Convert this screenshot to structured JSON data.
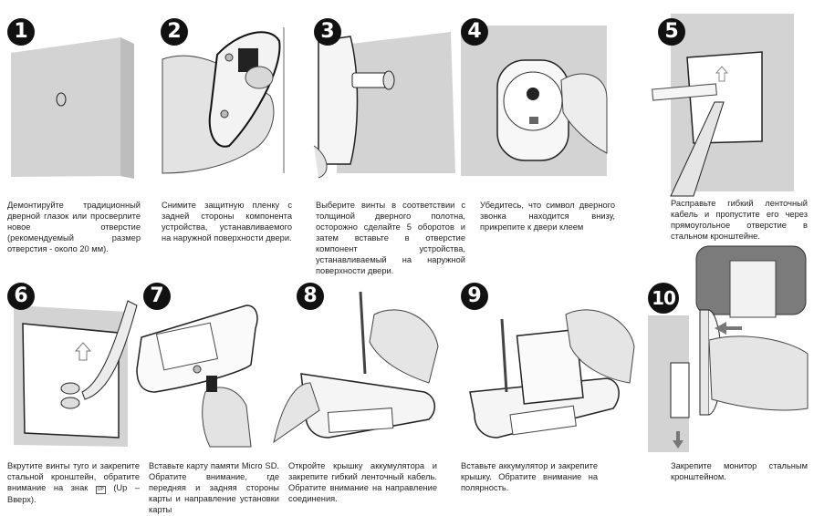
{
  "steps": [
    {
      "number": "1",
      "text": "Демонтируйте традиционный дверной глазок или просверлите новое отверстие (рекомендуемый размер отверстия - около 20 мм)."
    },
    {
      "number": "2",
      "text": "Снимите защитную пленку с задней стороны компонента устройства, устанавливаемого на наружной поверхности двери."
    },
    {
      "number": "3",
      "text": "Выберите винты в соответствии с толщиной дверного полотна, осторожно сделайте 5 оборотов и затем вставьте в отверстие компонент устройства, устанавливаемый на наружной поверхности двери."
    },
    {
      "number": "4",
      "text": "Убедитесь, что символ дверного звонка находится внизу, прикрепите к двери клеем"
    },
    {
      "number": "5",
      "text": "Расправьте гибкий ленточный кабель и пропустите его через прямоугольное отверстие в стальном кронштейне."
    },
    {
      "number": "6",
      "text": "Вкрутите винты туго и закрепите стальной кронштейн, обратите внимание на знак",
      "text_after": "(Up –Вверх).",
      "symbol": "UP"
    },
    {
      "number": "7",
      "text": "Вставьте карту памяти Micro SD. Обратите внимание, где передняя и задняя стороны карты и направление установки карты"
    },
    {
      "number": "8",
      "text": "Откройте крышку аккумулятора и закрепите гибкий ленточный кабель. Обратите внимание на направление соединения."
    },
    {
      "number": "9",
      "text": "Вставьте аккумулятор и закрепите крышку. Обратите внимание на полярность."
    },
    {
      "number": "10",
      "text": "Закрепите монитор стальным кронштейном."
    }
  ],
  "colors": {
    "badge": "#111111",
    "panel": "#d4d4d4",
    "line": "#222222"
  }
}
